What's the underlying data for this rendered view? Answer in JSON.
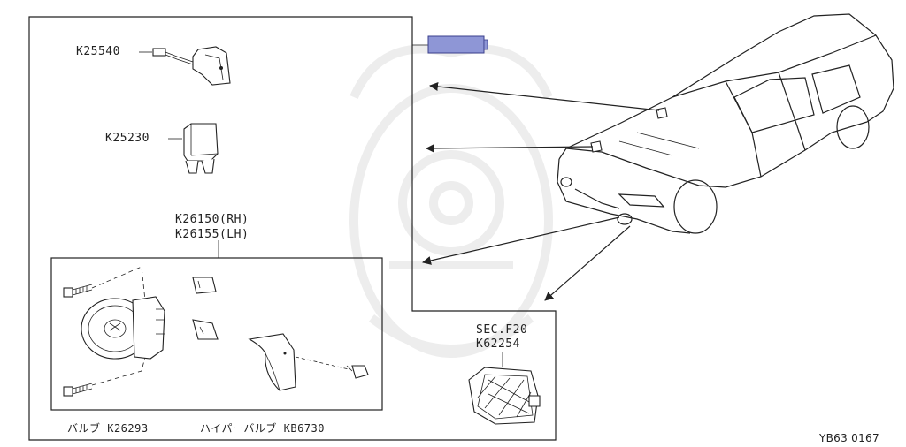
{
  "parts": {
    "switch": "K25540",
    "relay": "K25230",
    "fog_lamp_rh": "K26150(RH)",
    "fog_lamp_lh": "K26155(LH)",
    "grille_section": "SEC.F20",
    "grille": "K62254"
  },
  "footer": {
    "bulb": "バルブ K26293",
    "hyper_bulb": "ハイパーバルブ KB6730"
  },
  "diagram_code": "YB63 0167",
  "colors": {
    "background": "#ffffff",
    "line": "#222222",
    "highlight_fill": "#8e96d6",
    "highlight_stroke": "#3a3f8c",
    "watermark": "#ededed"
  }
}
